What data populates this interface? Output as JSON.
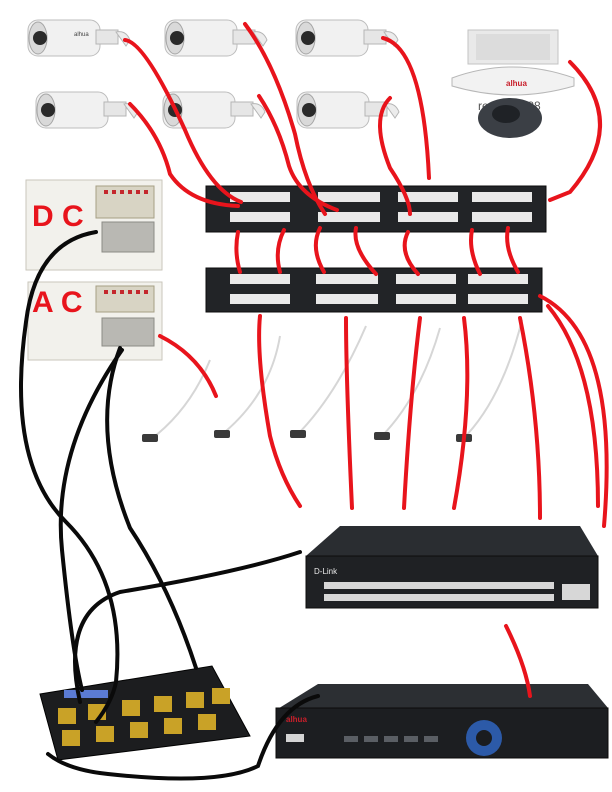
{
  "labels": {
    "dc_box": "D C",
    "ac_box": "A C",
    "camera_brand": "alhua",
    "dome_brand": "alhua",
    "dome_store_text": "re No: 1088",
    "nvr_brand": "alhua",
    "switch_brand": "D-Link"
  },
  "colors": {
    "data_cable": "#e8141c",
    "power_cable": "#0a0a0a",
    "device_dark": "#1d1f22",
    "device_body": "#f3f3f3"
  }
}
